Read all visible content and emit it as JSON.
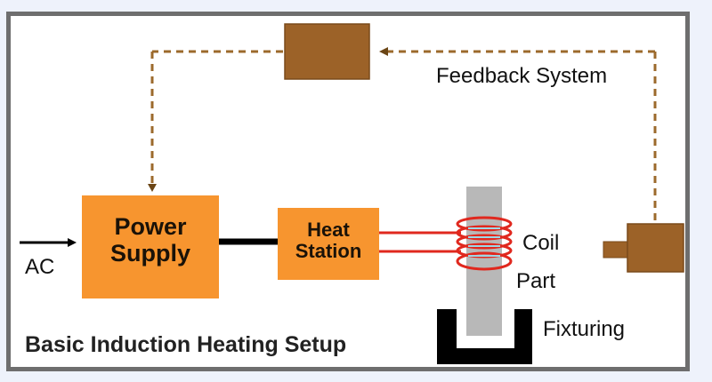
{
  "diagram": {
    "title": "Basic Induction Heating Setup",
    "labels": {
      "ac": "AC",
      "feedback": "Feedback System",
      "coil": "Coil",
      "part": "Part",
      "fixturing": "Fixturing"
    },
    "boxes": {
      "power_supply": {
        "line1": "Power",
        "line2": "Supply"
      },
      "heat_station": {
        "line1": "Heat",
        "line2": "Station"
      },
      "controller": {},
      "sensor": {}
    },
    "colors": {
      "orange_box": "#f7952f",
      "brown_box": "#9c6228",
      "feedback_line": "#9c6a2c",
      "coil": "#e0281e",
      "part": "#b8b8b8",
      "fixture": "#000000"
    }
  }
}
